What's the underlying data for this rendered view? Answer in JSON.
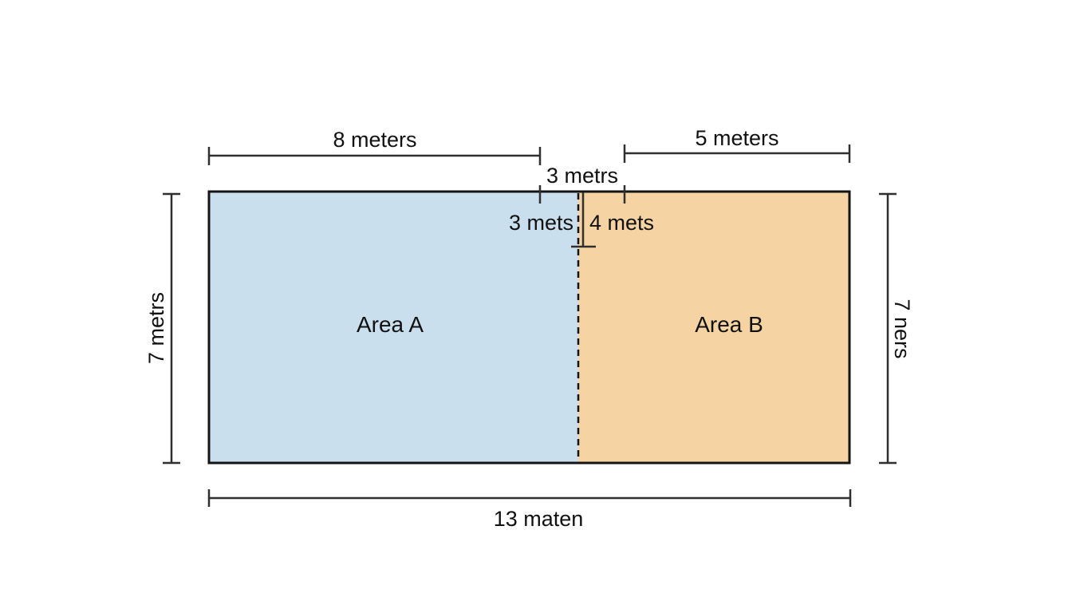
{
  "diagram": {
    "type": "geometry-area-diagram",
    "background": "#ffffff",
    "rectangle": {
      "outline_color": "#141414",
      "areas": [
        {
          "id": "a",
          "label": "Area A",
          "fill": "#cadfee"
        },
        {
          "id": "b",
          "label": "Area B",
          "fill": "#f6d3a2"
        }
      ]
    },
    "dimension_labels": {
      "top_left": "8 meters",
      "top_middle": "3 metrs",
      "top_right": "5 meters",
      "inner_left": "3 mets",
      "inner_right": "4 mets",
      "left": "7 metrs",
      "right": "7 ners",
      "bottom": "13 maten"
    },
    "dimension_line_color": "#2f2f2f",
    "text_color": "#111111"
  }
}
